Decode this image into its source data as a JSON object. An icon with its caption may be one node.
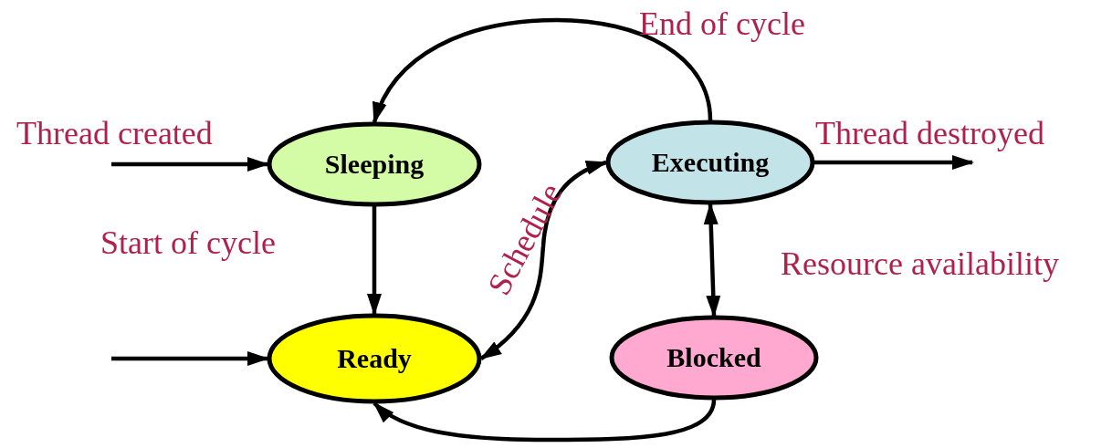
{
  "diagram": {
    "nodes": [
      {
        "text": [
          "Sleeping"
        ]
      },
      {
        "text": [
          "Executing"
        ]
      },
      {
        "text": [
          "Ready"
        ]
      },
      {
        "text": [
          "Blocked"
        ]
      }
    ],
    "edges": [
      {
        "from": null,
        "to": 0,
        "arrow": "to",
        "label": "Thread created"
      },
      {
        "from": 1,
        "to": null,
        "arrow": "to",
        "label": "Thread destroyed"
      },
      {
        "from": 1,
        "to": 0,
        "arrow": "to",
        "label": "End of cycle"
      },
      {
        "from": 0,
        "to": 2,
        "arrow": "to",
        "label": "Start of cycle"
      },
      {
        "from": 2,
        "to": 1,
        "arrow": "both",
        "label": "Schedule"
      },
      {
        "from": 1,
        "to": 3,
        "arrow": "both",
        "label": "Resource availability"
      },
      {
        "from": null,
        "to": 2,
        "arrow": "to"
      },
      {
        "from": 3,
        "to": 2,
        "arrow": "to"
      }
    ]
  }
}
